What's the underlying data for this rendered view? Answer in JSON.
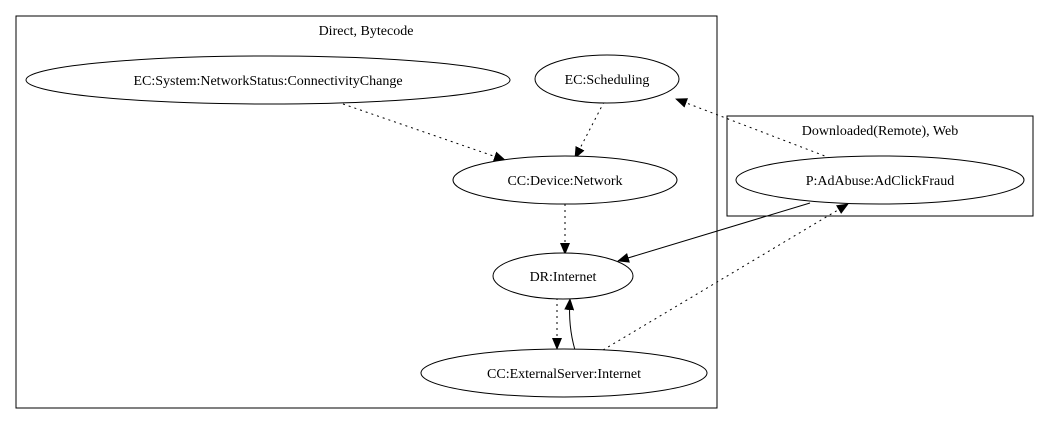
{
  "clusters": {
    "direct": {
      "label": "Direct, Bytecode"
    },
    "downloaded": {
      "label": "Downloaded(Remote), Web"
    }
  },
  "nodes": {
    "connectivity_change": {
      "label": "EC:System:NetworkStatus:ConnectivityChange"
    },
    "scheduling": {
      "label": "EC:Scheduling"
    },
    "device_network": {
      "label": "CC:Device:Network"
    },
    "internet": {
      "label": "DR:Internet"
    },
    "external_server": {
      "label": "CC:ExternalServer:Internet"
    },
    "ad_click_fraud": {
      "label": "P:AdAbuse:AdClickFraud"
    }
  },
  "edges": [
    {
      "from": "EC:System:NetworkStatus:ConnectivityChange",
      "to": "CC:Device:Network",
      "style": "dotted"
    },
    {
      "from": "EC:Scheduling",
      "to": "CC:Device:Network",
      "style": "dotted"
    },
    {
      "from": "CC:Device:Network",
      "to": "DR:Internet",
      "style": "dotted"
    },
    {
      "from": "DR:Internet",
      "to": "CC:ExternalServer:Internet",
      "style": "dotted"
    },
    {
      "from": "CC:ExternalServer:Internet",
      "to": "DR:Internet",
      "style": "solid"
    },
    {
      "from": "P:AdAbuse:AdClickFraud",
      "to": "DR:Internet",
      "style": "solid"
    },
    {
      "from": "P:AdAbuse:AdClickFraud",
      "to": "EC:Scheduling",
      "style": "dotted"
    },
    {
      "from": "CC:ExternalServer:Internet",
      "to": "P:AdAbuse:AdClickFraud",
      "style": "dotted"
    }
  ]
}
